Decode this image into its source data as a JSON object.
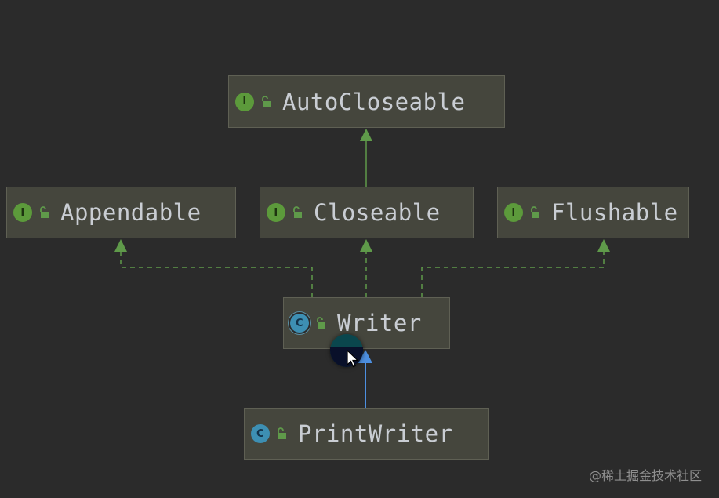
{
  "diagram": {
    "nodes": [
      {
        "id": "autocloseable",
        "name": "AutoCloseable",
        "kind_badge": "I",
        "kind": "interface"
      },
      {
        "id": "appendable",
        "name": "Appendable",
        "kind_badge": "I",
        "kind": "interface"
      },
      {
        "id": "closeable",
        "name": "Closeable",
        "kind_badge": "I",
        "kind": "interface"
      },
      {
        "id": "flushable",
        "name": "Flushable",
        "kind_badge": "I",
        "kind": "interface"
      },
      {
        "id": "writer",
        "name": "Writer",
        "kind_badge": "C",
        "kind": "abstract-class"
      },
      {
        "id": "printwriter",
        "name": "PrintWriter",
        "kind_badge": "C",
        "kind": "class"
      }
    ],
    "edges": [
      {
        "from": "closeable",
        "to": "autocloseable",
        "type": "extends",
        "style": "solid"
      },
      {
        "from": "writer",
        "to": "appendable",
        "type": "implements",
        "style": "dashed"
      },
      {
        "from": "writer",
        "to": "closeable",
        "type": "implements",
        "style": "dashed"
      },
      {
        "from": "writer",
        "to": "flushable",
        "type": "implements",
        "style": "dashed"
      },
      {
        "from": "printwriter",
        "to": "writer",
        "type": "extends",
        "style": "solid"
      }
    ],
    "colors": {
      "background": "#2b2b2b",
      "node_fill": "#45463d",
      "node_border": "#5f6054",
      "node_text": "#c9cdd3",
      "interface_edge": "#5f9a4a",
      "class_edge": "#4d8fe0",
      "interface_badge": "#5c9a3b",
      "class_badge": "#3d8fb3"
    },
    "icons": {
      "interface": "interface-icon",
      "class": "class-icon",
      "visibility": "unlocked-icon",
      "pointer": "mouse-pointer-icon"
    }
  },
  "watermark": "@稀土掘金技术社区"
}
